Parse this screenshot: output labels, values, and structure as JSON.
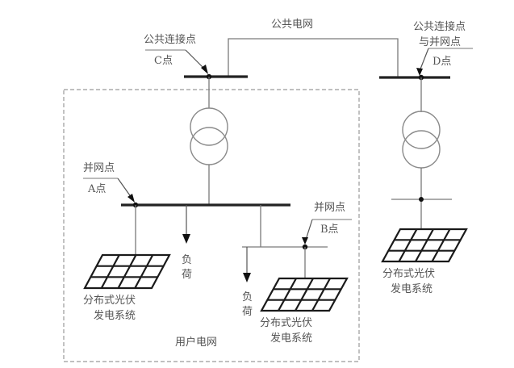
{
  "diagram": {
    "type": "single-line grid-connection diagram of distributed PV",
    "labels": {
      "public_grid": "公共电网",
      "user_grid": "用户电网",
      "point_c_title": "公共连接点",
      "point_c_name": "C点",
      "point_d_title_1": "公共连接点",
      "point_d_title_2": "与并网点",
      "point_d_name": "D点",
      "point_a_title": "并网点",
      "point_a_name": "A点",
      "point_b_title": "并网点",
      "point_b_name": "B点",
      "load_1_line1": "负",
      "load_1_line2": "荷",
      "load_2_line1": "负",
      "load_2_line2": "荷",
      "pv_1_line1": "分布式光伏",
      "pv_1_line2": "发电系统",
      "pv_2_line1": "分布式光伏",
      "pv_2_line2": "发电系统",
      "pv_3_line1": "分布式光伏",
      "pv_3_line2": "发电系统"
    },
    "components": {
      "transformers": 2,
      "pv_arrays": 3,
      "pv_array_grid": "3 rows x 4 columns",
      "loads": 2,
      "connection_points": [
        "A",
        "B",
        "C",
        "D"
      ]
    }
  }
}
